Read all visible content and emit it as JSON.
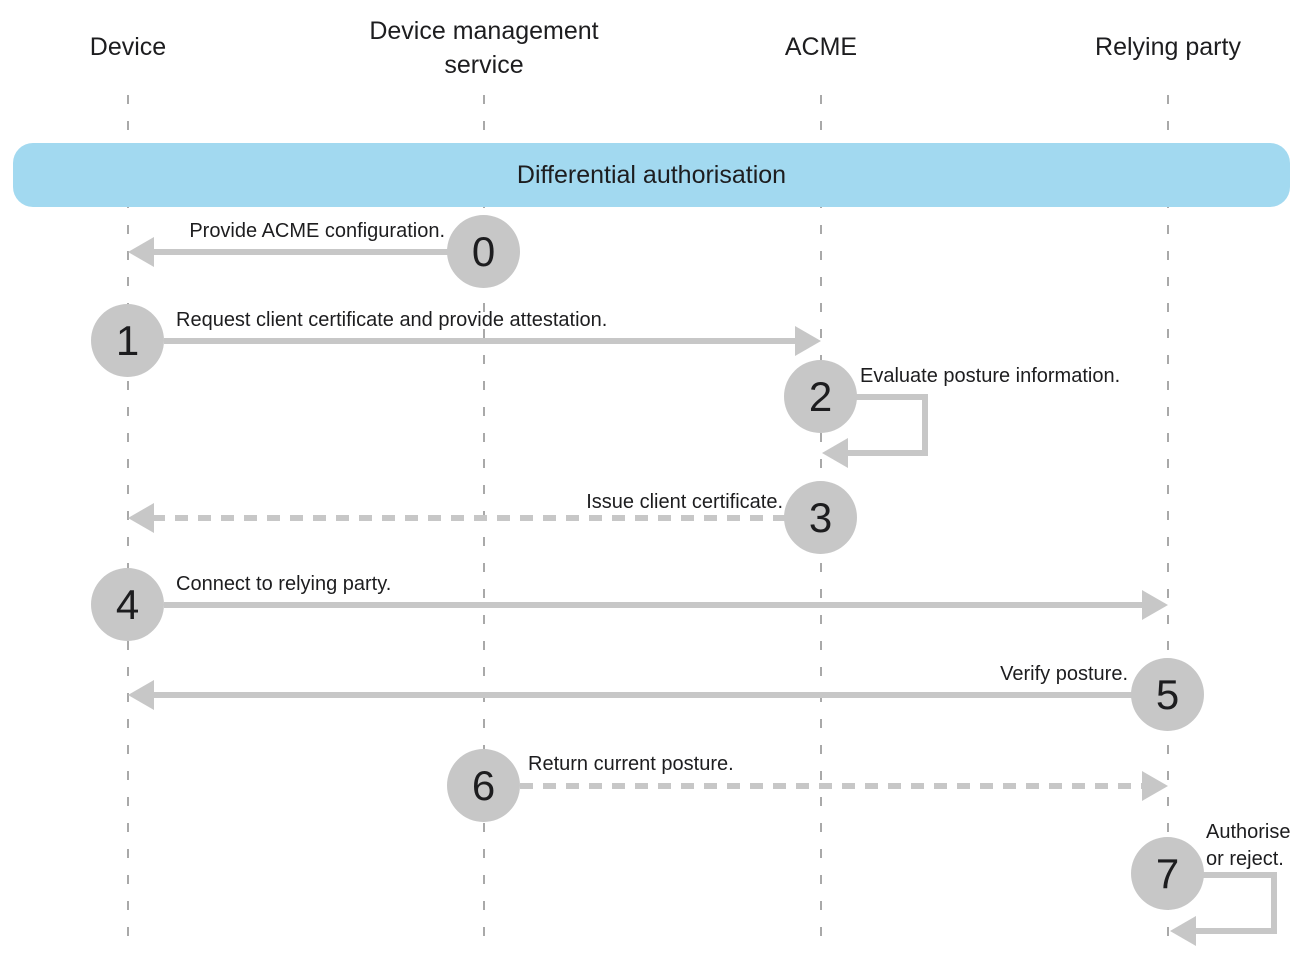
{
  "diagram": {
    "title": "Differential authorisation",
    "type": "sequence-diagram"
  },
  "colors": {
    "banner_bg": "#a2d9f0",
    "text": "#1d1d1f",
    "arrow_gray": "#c7c7c7",
    "lifeline_gray": "#a9a9a9"
  },
  "actors": [
    {
      "label": "Device"
    },
    {
      "label": "Device management service"
    },
    {
      "label": "ACME"
    },
    {
      "label": "Relying party"
    }
  ],
  "steps": [
    {
      "number": "0",
      "label": "Provide ACME configuration.",
      "from": "Device management service",
      "to": "Device",
      "line": "solid"
    },
    {
      "number": "1",
      "label": "Request client certificate and provide attestation.",
      "from": "Device",
      "to": "ACME",
      "line": "solid"
    },
    {
      "number": "2",
      "label": "Evaluate posture information.",
      "from": "ACME",
      "to": "ACME",
      "line": "self-loop"
    },
    {
      "number": "3",
      "label": "Issue client certificate.",
      "from": "ACME",
      "to": "Device",
      "line": "dashed"
    },
    {
      "number": "4",
      "label": "Connect to relying party.",
      "from": "Device",
      "to": "Relying party",
      "line": "solid"
    },
    {
      "number": "5",
      "label": "Verify posture.",
      "from": "Relying party",
      "to": "Device",
      "line": "solid"
    },
    {
      "number": "6",
      "label": "Return current posture.",
      "from": "Device management service",
      "to": "Relying party",
      "line": "dashed"
    },
    {
      "number": "7",
      "label": "Authorise or reject.",
      "from": "Relying party",
      "to": "Relying party",
      "line": "self-loop"
    }
  ]
}
